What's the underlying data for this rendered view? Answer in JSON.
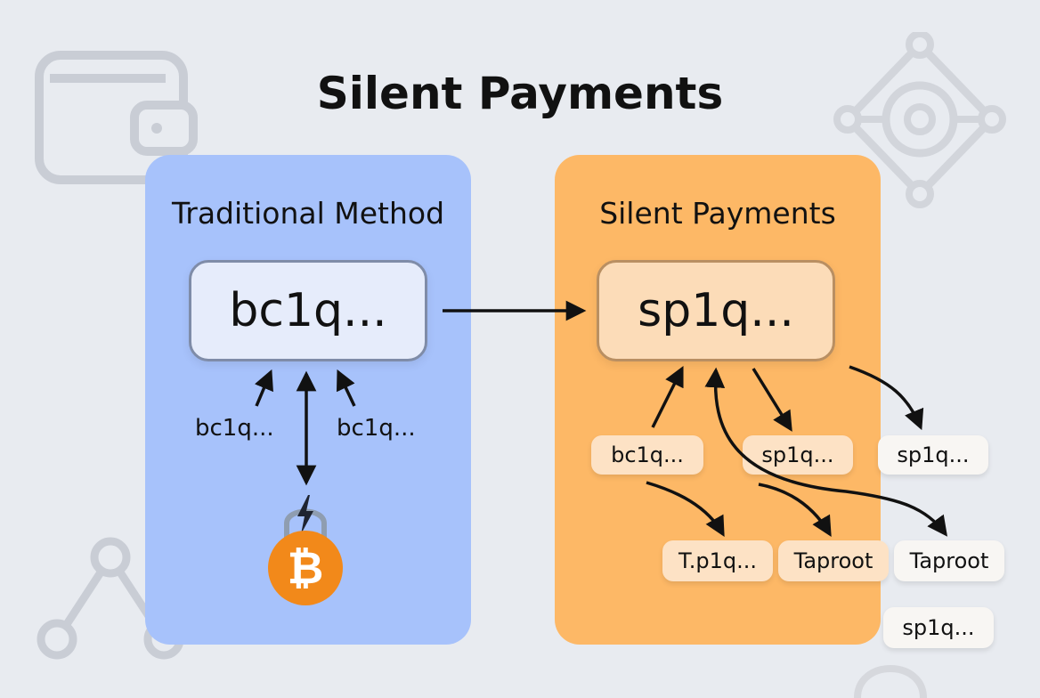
{
  "title": "Silent Payments",
  "left_panel": {
    "title": "Traditional Method",
    "main_address": "bc1q...",
    "addresses": [
      "bc1q...",
      "bc1q..."
    ],
    "coin_symbol": "₿"
  },
  "right_panel": {
    "title": "Silent Payments",
    "main_address": "sp1q...",
    "chips": [
      "bc1q...",
      "sp1q...",
      "sp1q...",
      "T.p1q...",
      "Taproot",
      "Taproot",
      "sp1q..."
    ]
  },
  "colors": {
    "background": "#e8ebf0",
    "left_panel": "#a7c2fb",
    "right_panel": "#fdb866",
    "bitcoin": "#f2891a",
    "arrow": "#111111"
  },
  "icons": [
    "wallet-icon",
    "network-node-icon",
    "share-graph-icon",
    "lightning-icon",
    "bitcoin-icon",
    "arrow-icon"
  ]
}
